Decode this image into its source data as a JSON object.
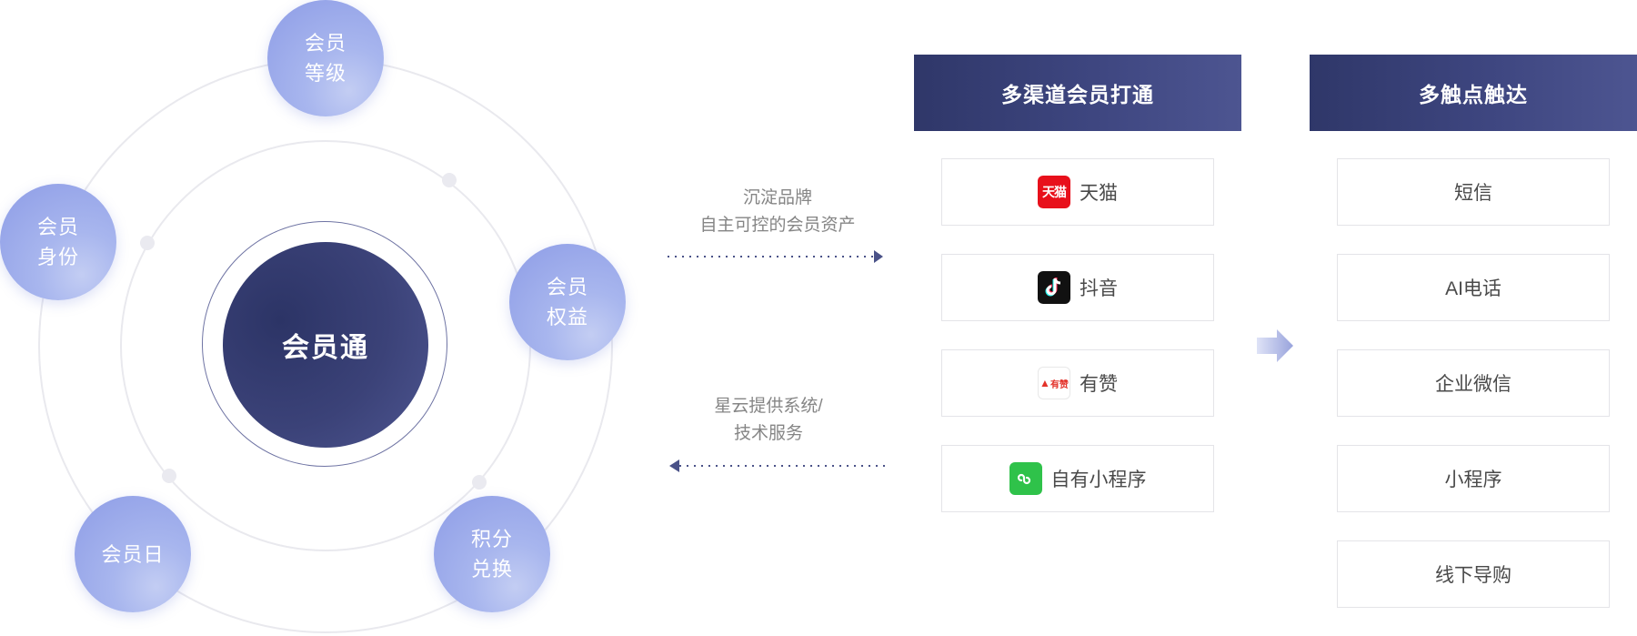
{
  "core": {
    "label": "会员通"
  },
  "satellites": [
    {
      "id": "level",
      "label": "会员\n等级"
    },
    {
      "id": "identity",
      "label": "会员\n身份"
    },
    {
      "id": "rights",
      "label": "会员\n权益"
    },
    {
      "id": "day",
      "label": "会员日"
    },
    {
      "id": "points",
      "label": "积分\n兑换"
    }
  ],
  "flow": {
    "top_label": "沉淀品牌\n自主可控的会员资产",
    "bottom_label": "星云提供系统/\n技术服务"
  },
  "channels": {
    "header": "多渠道会员打通",
    "items": [
      {
        "label": "天猫",
        "icon": "tmall-icon",
        "logo_text": "天猫"
      },
      {
        "label": "抖音",
        "icon": "douyin-icon"
      },
      {
        "label": "有赞",
        "icon": "youzan-icon",
        "logo_text": "有赞"
      },
      {
        "label": "自有小程序",
        "icon": "mini-program-icon"
      }
    ]
  },
  "touchpoints": {
    "header": "多触点触达",
    "items": [
      {
        "label": "短信"
      },
      {
        "label": "AI电话"
      },
      {
        "label": "企业微信"
      },
      {
        "label": "小程序"
      },
      {
        "label": "线下导购"
      }
    ]
  },
  "colors": {
    "navy": "#353c72",
    "satellite": "#a3b1ee",
    "ring": "#e8e8ee",
    "flow_text": "#858585"
  }
}
